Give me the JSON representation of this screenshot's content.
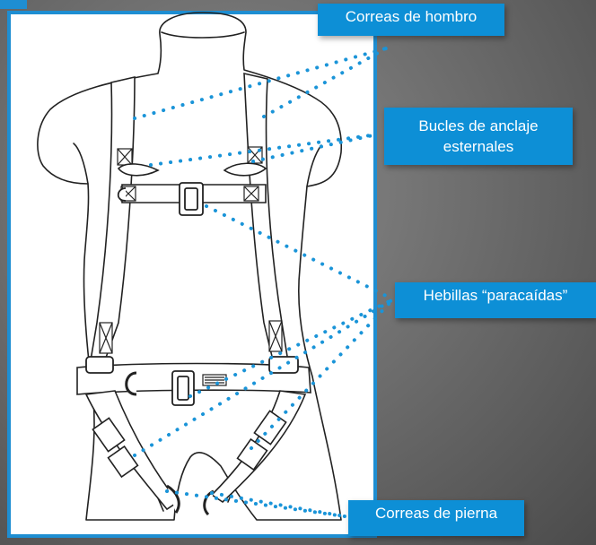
{
  "labels": {
    "shoulder_straps": "Correas de hombro",
    "sternal_loops": "Bucles de anclaje esternales",
    "parachute_buckles": "Hebillas “paracaídas”",
    "leg_straps": "Correas de pierna"
  },
  "colors": {
    "accent": "#0d8fd6",
    "dots": "#1a94d8",
    "panel_border": "#1e8ed2",
    "background": "#6e6e6e"
  }
}
